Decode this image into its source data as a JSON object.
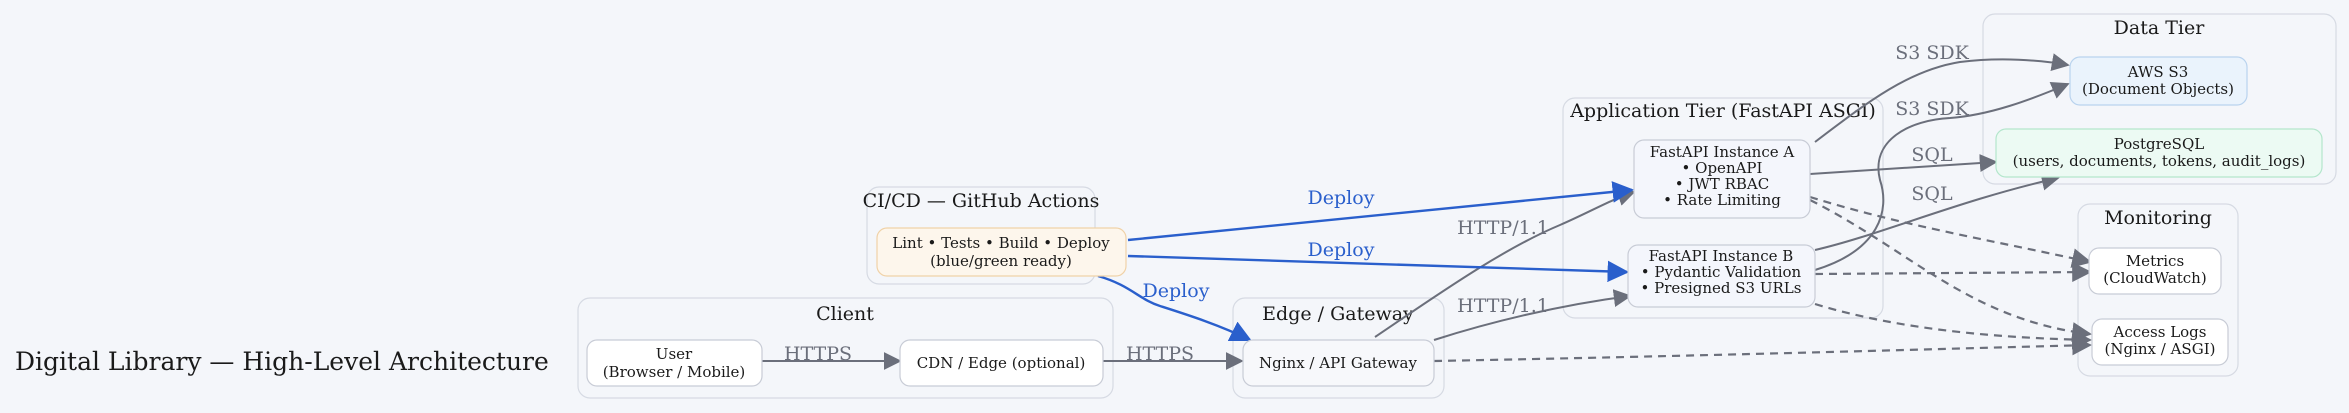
{
  "title": "Digital Library — High-Level Architecture",
  "colors": {
    "background": "#f4f6fa",
    "edge_gray": "#6b6f7b",
    "edge_blue": "#2a5fcc",
    "label_gray": "#6b6f7b",
    "label_blue": "#2a5fcc",
    "cluster_border": "#d6dae3"
  },
  "clusters": {
    "client": "Client",
    "cicd": "CI/CD — GitHub Actions",
    "edge": "Edge / Gateway",
    "app": "Application Tier (FastAPI ASGI)",
    "data": "Data Tier",
    "monitoring": "Monitoring"
  },
  "nodes": {
    "user": [
      "User",
      "(Browser / Mobile)"
    ],
    "cdn": [
      "CDN / Edge (optional)"
    ],
    "pipeline": [
      "Lint • Tests • Build • Deploy",
      "(blue/green ready)"
    ],
    "nginx": [
      "Nginx / API Gateway"
    ],
    "fastapi_a": [
      "FastAPI Instance A",
      "• OpenAPI",
      "• JWT RBAC",
      "• Rate Limiting"
    ],
    "fastapi_b": [
      "FastAPI Instance B",
      "• Pydantic Validation",
      "• Presigned S3 URLs"
    ],
    "s3": [
      "AWS S3",
      "(Document Objects)"
    ],
    "postgres": [
      "PostgreSQL",
      "(users, documents, tokens, audit_logs)"
    ],
    "metrics": [
      "Metrics",
      "(CloudWatch)"
    ],
    "access_logs": [
      "Access Logs",
      "(Nginx / ASGI)"
    ]
  },
  "edge_labels": {
    "https1": "HTTPS",
    "https2": "HTTPS",
    "http_a": "HTTP/1.1",
    "http_b": "HTTP/1.1",
    "deploy_a": "Deploy",
    "deploy_b": "Deploy",
    "deploy_nginx": "Deploy",
    "s3_a": "S3 SDK",
    "s3_b": "S3 SDK",
    "sql_a": "SQL",
    "sql_b": "SQL"
  }
}
